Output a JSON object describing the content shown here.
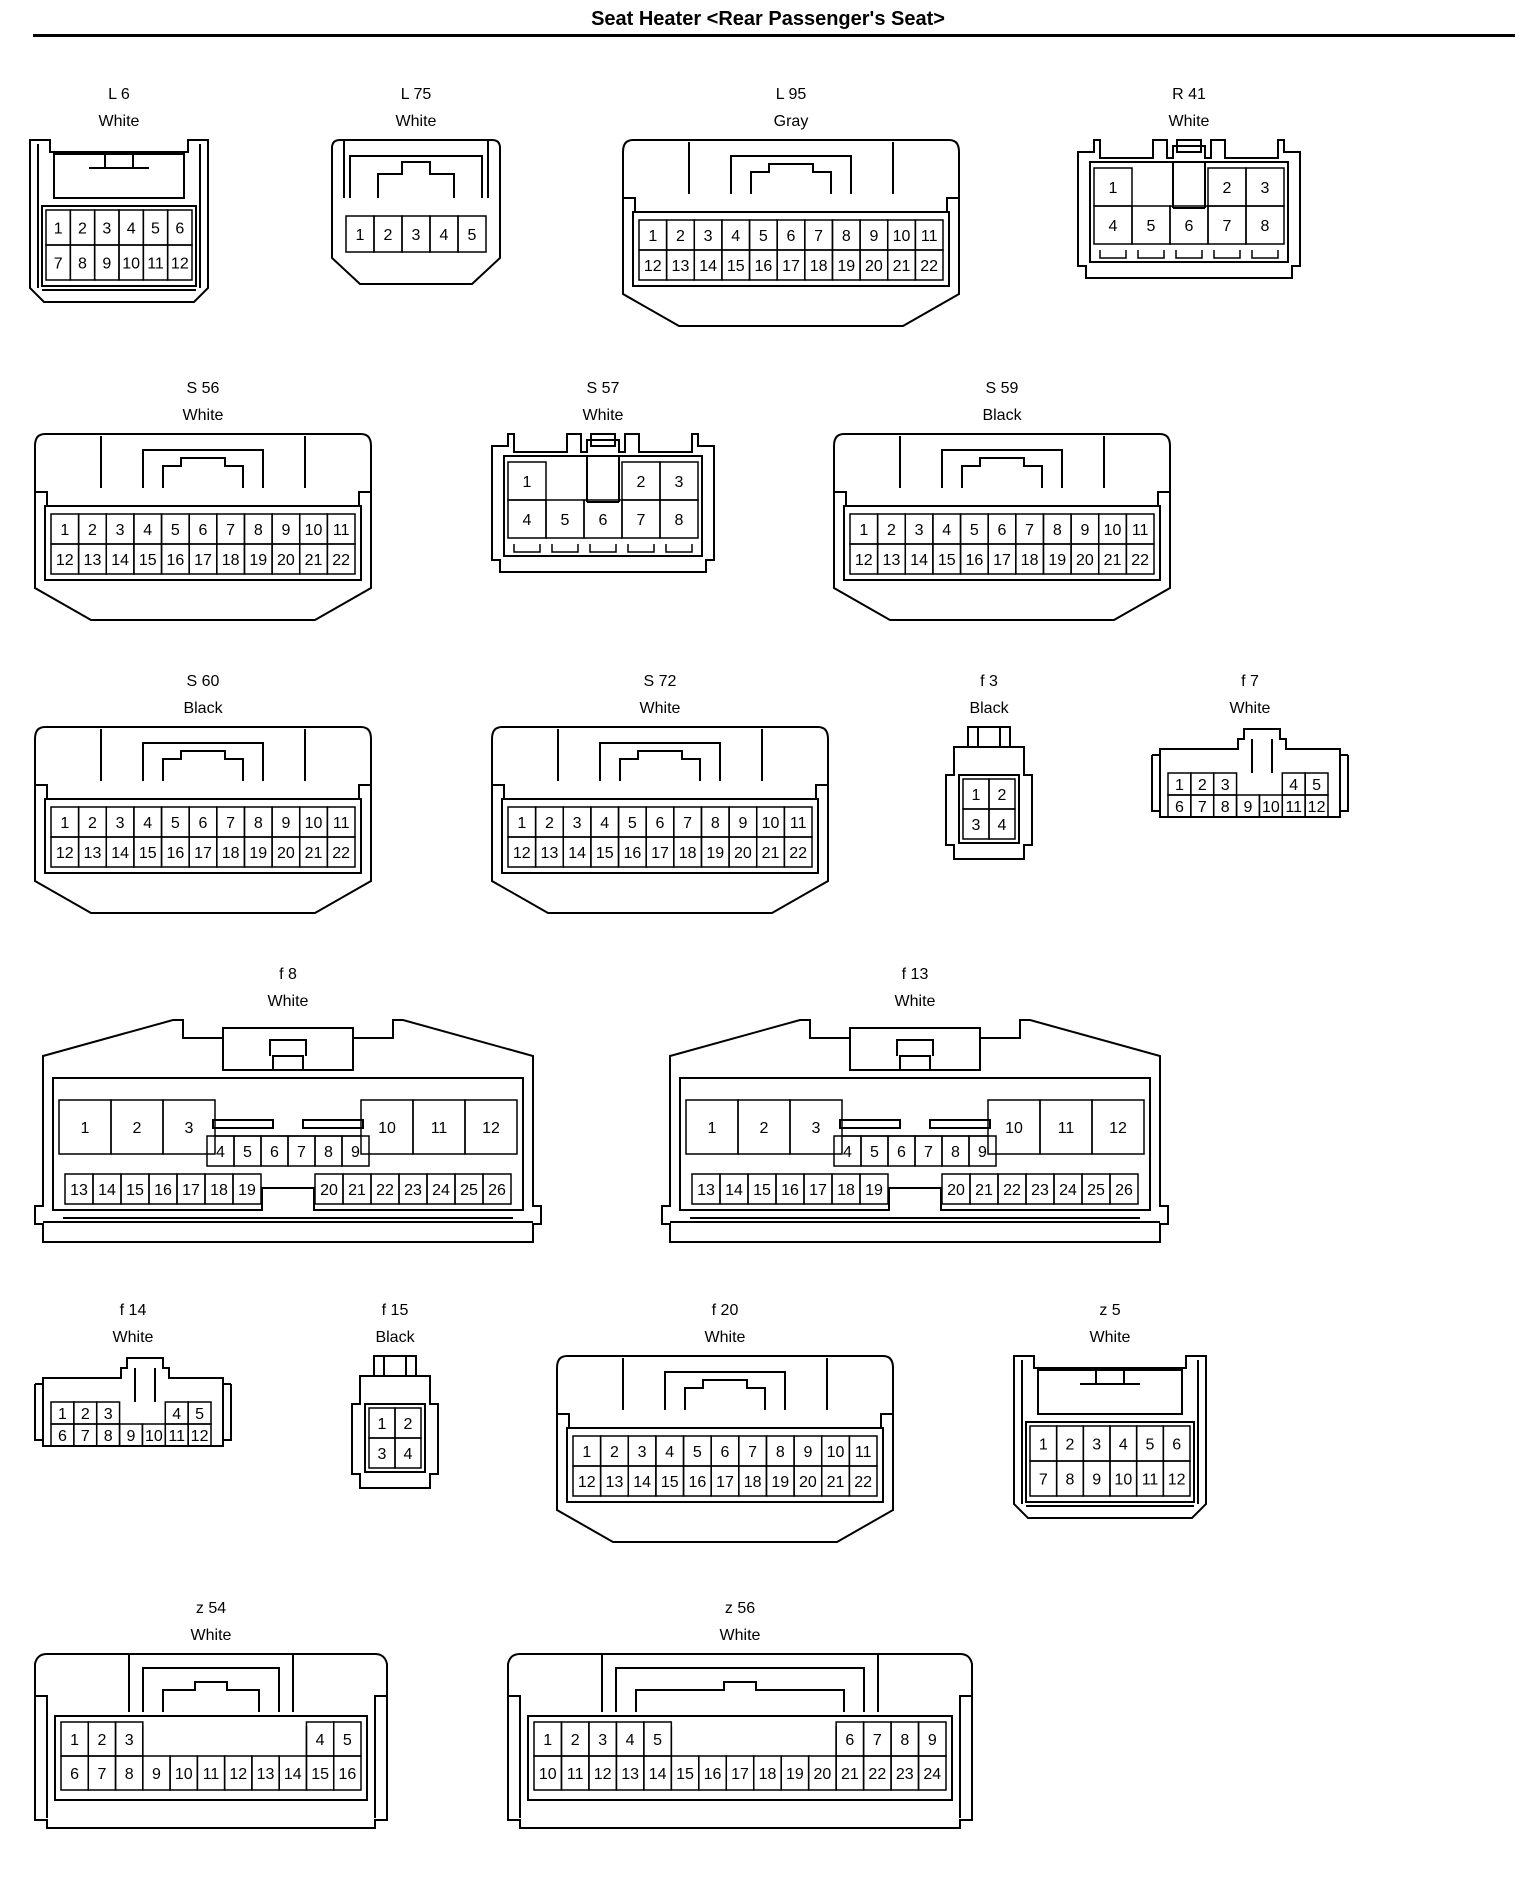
{
  "page_title": "Seat Heater <Rear Passenger's Seat>",
  "connectors": [
    {
      "id": "l6",
      "code": "L 6",
      "color": "White",
      "shape": "narrow",
      "rows": [
        [
          "1",
          "2",
          "3",
          "4",
          "5",
          "6"
        ],
        [
          "7",
          "8",
          "9",
          "10",
          "11",
          "12"
        ]
      ]
    },
    {
      "id": "l75",
      "code": "L 75",
      "color": "White",
      "shape": "small",
      "rows": [
        [
          "1",
          "2",
          "3",
          "4",
          "5"
        ]
      ]
    },
    {
      "id": "l95",
      "code": "L 95",
      "color": "Gray",
      "shape": "std",
      "rows": [
        [
          "1",
          "2",
          "3",
          "4",
          "5",
          "6",
          "7",
          "8",
          "9",
          "10",
          "11"
        ],
        [
          "12",
          "13",
          "14",
          "15",
          "16",
          "17",
          "18",
          "19",
          "20",
          "21",
          "22"
        ]
      ]
    },
    {
      "id": "r41",
      "code": "R 41",
      "color": "White",
      "shape": "latch",
      "rows": [
        [
          "1",
          "",
          "",
          "2",
          "3"
        ],
        [
          "4",
          "5",
          "6",
          "7",
          "8"
        ]
      ]
    },
    {
      "id": "s56",
      "code": "S 56",
      "color": "White",
      "shape": "std",
      "rows": [
        [
          "1",
          "2",
          "3",
          "4",
          "5",
          "6",
          "7",
          "8",
          "9",
          "10",
          "11"
        ],
        [
          "12",
          "13",
          "14",
          "15",
          "16",
          "17",
          "18",
          "19",
          "20",
          "21",
          "22"
        ]
      ]
    },
    {
      "id": "s57",
      "code": "S 57",
      "color": "White",
      "shape": "latch",
      "rows": [
        [
          "1",
          "",
          "",
          "2",
          "3"
        ],
        [
          "4",
          "5",
          "6",
          "7",
          "8"
        ]
      ]
    },
    {
      "id": "s59",
      "code": "S 59",
      "color": "Black",
      "shape": "std",
      "rows": [
        [
          "1",
          "2",
          "3",
          "4",
          "5",
          "6",
          "7",
          "8",
          "9",
          "10",
          "11"
        ],
        [
          "12",
          "13",
          "14",
          "15",
          "16",
          "17",
          "18",
          "19",
          "20",
          "21",
          "22"
        ]
      ]
    },
    {
      "id": "s60",
      "code": "S 60",
      "color": "Black",
      "shape": "std",
      "rows": [
        [
          "1",
          "2",
          "3",
          "4",
          "5",
          "6",
          "7",
          "8",
          "9",
          "10",
          "11"
        ],
        [
          "12",
          "13",
          "14",
          "15",
          "16",
          "17",
          "18",
          "19",
          "20",
          "21",
          "22"
        ]
      ]
    },
    {
      "id": "s72",
      "code": "S 72",
      "color": "White",
      "shape": "std",
      "rows": [
        [
          "1",
          "2",
          "3",
          "4",
          "5",
          "6",
          "7",
          "8",
          "9",
          "10",
          "11"
        ],
        [
          "12",
          "13",
          "14",
          "15",
          "16",
          "17",
          "18",
          "19",
          "20",
          "21",
          "22"
        ]
      ]
    },
    {
      "id": "f3",
      "code": "f 3",
      "color": "Black",
      "shape": "tiny",
      "rows": [
        [
          "1",
          "2"
        ],
        [
          "3",
          "4"
        ]
      ]
    },
    {
      "id": "f7",
      "code": "f 7",
      "color": "White",
      "shape": "flat",
      "rows": [
        [
          "1",
          "2",
          "3",
          "",
          "4",
          "5"
        ],
        [
          "6",
          "7",
          "8",
          "9",
          "10",
          "11",
          "12"
        ]
      ]
    },
    {
      "id": "f8",
      "code": "f 8",
      "color": "White",
      "shape": "big",
      "top": [
        "1",
        "2",
        "3",
        "10",
        "11",
        "12"
      ],
      "mid": [
        "4",
        "5",
        "6",
        "7",
        "8",
        "9"
      ],
      "bottom_left": [
        "13",
        "14",
        "15",
        "16",
        "17",
        "18",
        "19"
      ],
      "bottom_right": [
        "20",
        "21",
        "22",
        "23",
        "24",
        "25",
        "26"
      ]
    },
    {
      "id": "f13",
      "code": "f 13",
      "color": "White",
      "shape": "big",
      "top": [
        "1",
        "2",
        "3",
        "10",
        "11",
        "12"
      ],
      "mid": [
        "4",
        "5",
        "6",
        "7",
        "8",
        "9"
      ],
      "bottom_left": [
        "13",
        "14",
        "15",
        "16",
        "17",
        "18",
        "19"
      ],
      "bottom_right": [
        "20",
        "21",
        "22",
        "23",
        "24",
        "25",
        "26"
      ]
    },
    {
      "id": "f14",
      "code": "f 14",
      "color": "White",
      "shape": "flat",
      "rows": [
        [
          "1",
          "2",
          "3",
          "",
          "4",
          "5"
        ],
        [
          "6",
          "7",
          "8",
          "9",
          "10",
          "11",
          "12"
        ]
      ]
    },
    {
      "id": "f15",
      "code": "f 15",
      "color": "Black",
      "shape": "tiny",
      "rows": [
        [
          "1",
          "2"
        ],
        [
          "3",
          "4"
        ]
      ]
    },
    {
      "id": "f20",
      "code": "f 20",
      "color": "White",
      "shape": "std",
      "rows": [
        [
          "1",
          "2",
          "3",
          "4",
          "5",
          "6",
          "7",
          "8",
          "9",
          "10",
          "11"
        ],
        [
          "12",
          "13",
          "14",
          "15",
          "16",
          "17",
          "18",
          "19",
          "20",
          "21",
          "22"
        ]
      ]
    },
    {
      "id": "z5",
      "code": "z 5",
      "color": "White",
      "shape": "narrow",
      "rows": [
        [
          "1",
          "2",
          "3",
          "4",
          "5",
          "6"
        ],
        [
          "7",
          "8",
          "9",
          "10",
          "11",
          "12"
        ]
      ]
    },
    {
      "id": "z54",
      "code": "z 54",
      "color": "White",
      "shape": "wide",
      "rows": [
        [
          "1",
          "2",
          "3",
          "",
          "",
          "",
          "",
          "",
          "",
          "4",
          "5"
        ],
        [
          "6",
          "7",
          "8",
          "9",
          "10",
          "11",
          "12",
          "13",
          "14",
          "15",
          "16"
        ]
      ]
    },
    {
      "id": "z56",
      "code": "z 56",
      "color": "White",
      "shape": "wide",
      "rows": [
        [
          "1",
          "2",
          "3",
          "4",
          "5",
          "",
          "",
          "",
          "6",
          "7",
          "8",
          "9"
        ],
        [
          "10",
          "11",
          "12",
          "13",
          "14",
          "15",
          "16",
          "17",
          "18",
          "19",
          "20",
          "21",
          "22",
          "23",
          "24"
        ]
      ]
    }
  ]
}
